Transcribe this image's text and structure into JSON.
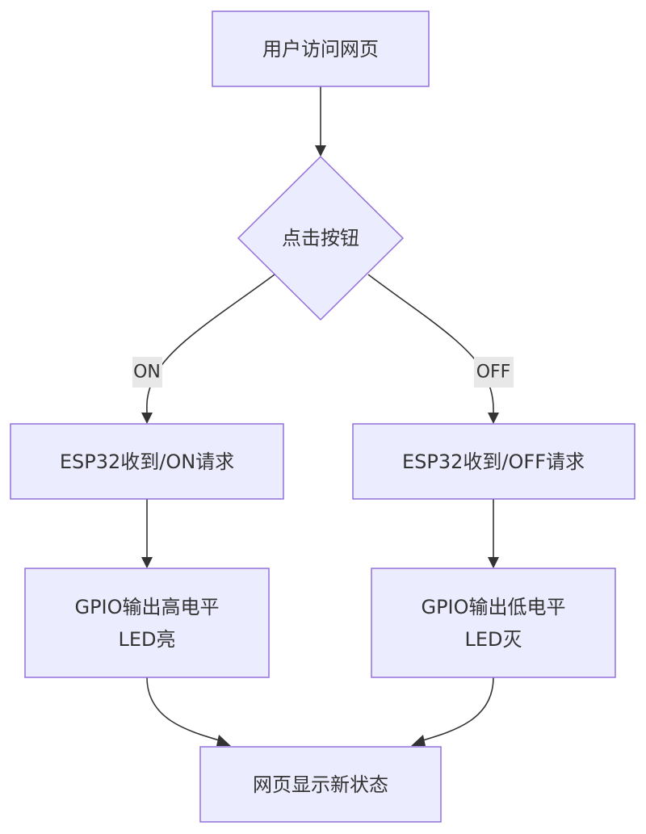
{
  "nodes": {
    "visit": "用户访问网页",
    "click": "点击按钮",
    "esp_on": "ESP32收到/ON请求",
    "esp_off": "ESP32收到/OFF请求",
    "gpio_high_line1": "GPIO输出高电平",
    "gpio_high_line2": "LED亮",
    "gpio_low_line1": "GPIO输出低电平",
    "gpio_low_line2": "LED灭",
    "show": "网页显示新状态"
  },
  "edges": {
    "on_label": "ON",
    "off_label": "OFF"
  },
  "colors": {
    "node_fill": "#ECECFF",
    "node_stroke": "#9370DB",
    "edge": "#333333",
    "label_bg": "#e8e8e8"
  }
}
